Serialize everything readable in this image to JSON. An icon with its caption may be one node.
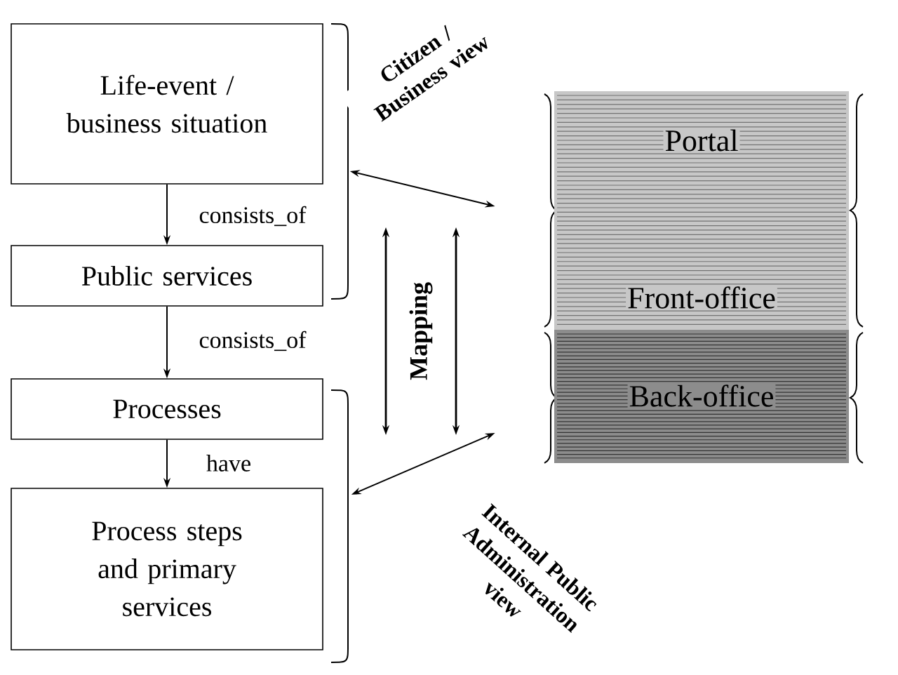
{
  "diagram": {
    "nodes": [
      {
        "text": [
          "Life-event / business situation"
        ]
      },
      {
        "text": [
          "Public services"
        ]
      },
      {
        "text": [
          "Processes"
        ]
      },
      {
        "text": [
          "Process steps and primary services"
        ]
      },
      {
        "text": [
          "Portal",
          "Front-office"
        ]
      },
      {
        "text": [
          "Back-office"
        ]
      }
    ],
    "edges": [
      {
        "from": 0,
        "to": 1,
        "arrow": "to",
        "label": "consists_of"
      },
      {
        "from": 1,
        "to": 2,
        "arrow": "to",
        "label": "consists_of"
      },
      {
        "from": 2,
        "to": 3,
        "arrow": "to",
        "label": "have"
      },
      {
        "from": 0,
        "to": 4,
        "arrow": "both",
        "label": "Citizen / Business view"
      },
      {
        "from": 3,
        "to": 5,
        "arrow": "both",
        "label": "Internal Public Administration view"
      }
    ],
    "labels": [
      "Mapping"
    ]
  }
}
